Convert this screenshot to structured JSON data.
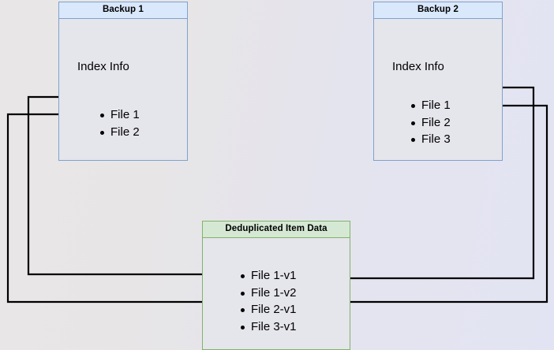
{
  "diagram": {
    "type": "block-diagram",
    "background_left_color": "#e8e6e6",
    "background_right_color": "#e3e4f3"
  },
  "backup1": {
    "title": "Backup 1",
    "section_label": "Index Info",
    "border_color": "#7ea2cd",
    "header_color": "#dae8fc",
    "body_color": "#e5e5ec",
    "files": [
      {
        "label": "File 1"
      },
      {
        "label": "File 2"
      }
    ]
  },
  "backup2": {
    "title": "Backup 2",
    "section_label": "Index Info",
    "border_color": "#7ea2cd",
    "header_color": "#dae8fc",
    "body_color": "#e5e5ec",
    "files": [
      {
        "label": "File 1"
      },
      {
        "label": "File 2"
      },
      {
        "label": "File 3"
      }
    ]
  },
  "dedup": {
    "title": "Deduplicated Item Data",
    "border_color": "#82b366",
    "header_color": "#d5e8d4",
    "body_color": "#e5e5ec",
    "items": [
      {
        "label": "File 1-v1"
      },
      {
        "label": "File 1-v2"
      },
      {
        "label": "File 2-v1"
      },
      {
        "label": "File 3-v1"
      }
    ]
  },
  "connectors": {
    "stroke_color": "#000000",
    "edges": [
      {
        "from": "backup1.File 1",
        "to": "dedup.File 1-v1",
        "route": "left"
      },
      {
        "from": "backup1.File 2",
        "to": "dedup.File 2-v1",
        "route": "left"
      },
      {
        "from": "backup2.File 1",
        "to": "dedup.File 1-v2",
        "route": "right"
      },
      {
        "from": "backup2.File 2",
        "to": "dedup.File 2-v1",
        "route": "right"
      }
    ]
  }
}
